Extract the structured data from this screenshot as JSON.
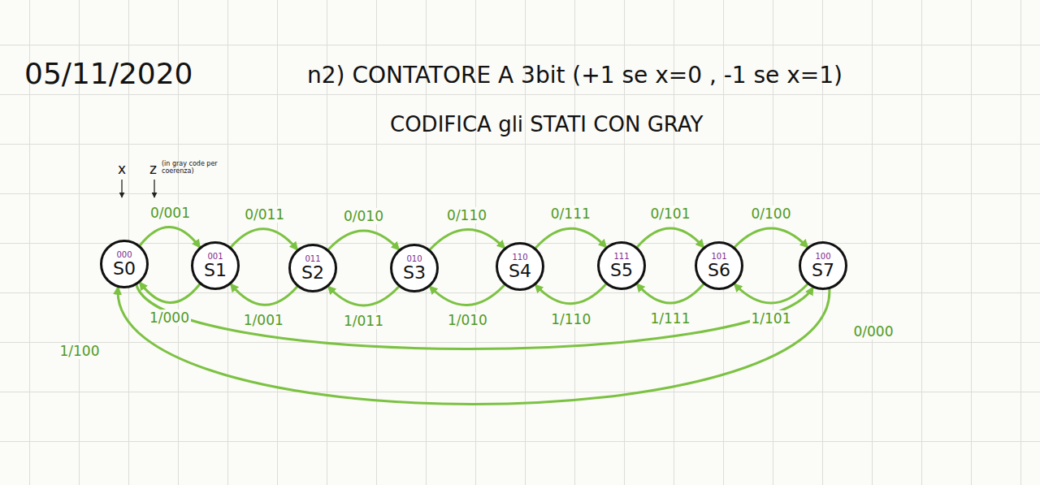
{
  "diagram": {
    "title": "n2) CONTATORE A 3bit (+1 se x=0 , -1 se x=1)",
    "nodes": [
      {
        "text": [
          "000",
          "S0"
        ]
      },
      {
        "text": [
          "001",
          "S1"
        ]
      },
      {
        "text": [
          "011",
          "S2"
        ]
      },
      {
        "text": [
          "010",
          "S3"
        ]
      },
      {
        "text": [
          "110",
          "S4"
        ]
      },
      {
        "text": [
          "111",
          "S5"
        ]
      },
      {
        "text": [
          "101",
          "S6"
        ]
      },
      {
        "text": [
          "100",
          "S7"
        ]
      }
    ],
    "edges": [
      {
        "from": 0,
        "to": 1,
        "label": "0/001",
        "arrow": "to"
      },
      {
        "from": 1,
        "to": 2,
        "label": "0/011",
        "arrow": "to"
      },
      {
        "from": 2,
        "to": 3,
        "label": "0/010",
        "arrow": "to"
      },
      {
        "from": 3,
        "to": 4,
        "label": "0/110",
        "arrow": "to"
      },
      {
        "from": 4,
        "to": 5,
        "label": "0/111",
        "arrow": "to"
      },
      {
        "from": 5,
        "to": 6,
        "label": "0/101",
        "arrow": "to"
      },
      {
        "from": 6,
        "to": 7,
        "label": "0/100",
        "arrow": "to"
      },
      {
        "from": 7,
        "to": 0,
        "label": "0/000",
        "arrow": "to"
      },
      {
        "from": 1,
        "to": 0,
        "label": "1/000",
        "arrow": "to"
      },
      {
        "from": 2,
        "to": 1,
        "label": "1/001",
        "arrow": "to"
      },
      {
        "from": 3,
        "to": 2,
        "label": "1/011",
        "arrow": "to"
      },
      {
        "from": 4,
        "to": 3,
        "label": "1/010",
        "arrow": "to"
      },
      {
        "from": 5,
        "to": 4,
        "label": "1/110",
        "arrow": "to"
      },
      {
        "from": 6,
        "to": 5,
        "label": "1/111",
        "arrow": "to"
      },
      {
        "from": 7,
        "to": 6,
        "label": "1/101",
        "arrow": "to"
      },
      {
        "from": 0,
        "to": 7,
        "label": "1/100",
        "arrow": "to"
      }
    ],
    "labels": [
      "05/11/2020",
      "CODIFICA gli STATI CON GRAY",
      "x",
      "z",
      "(in gray code per coerenza)"
    ]
  }
}
